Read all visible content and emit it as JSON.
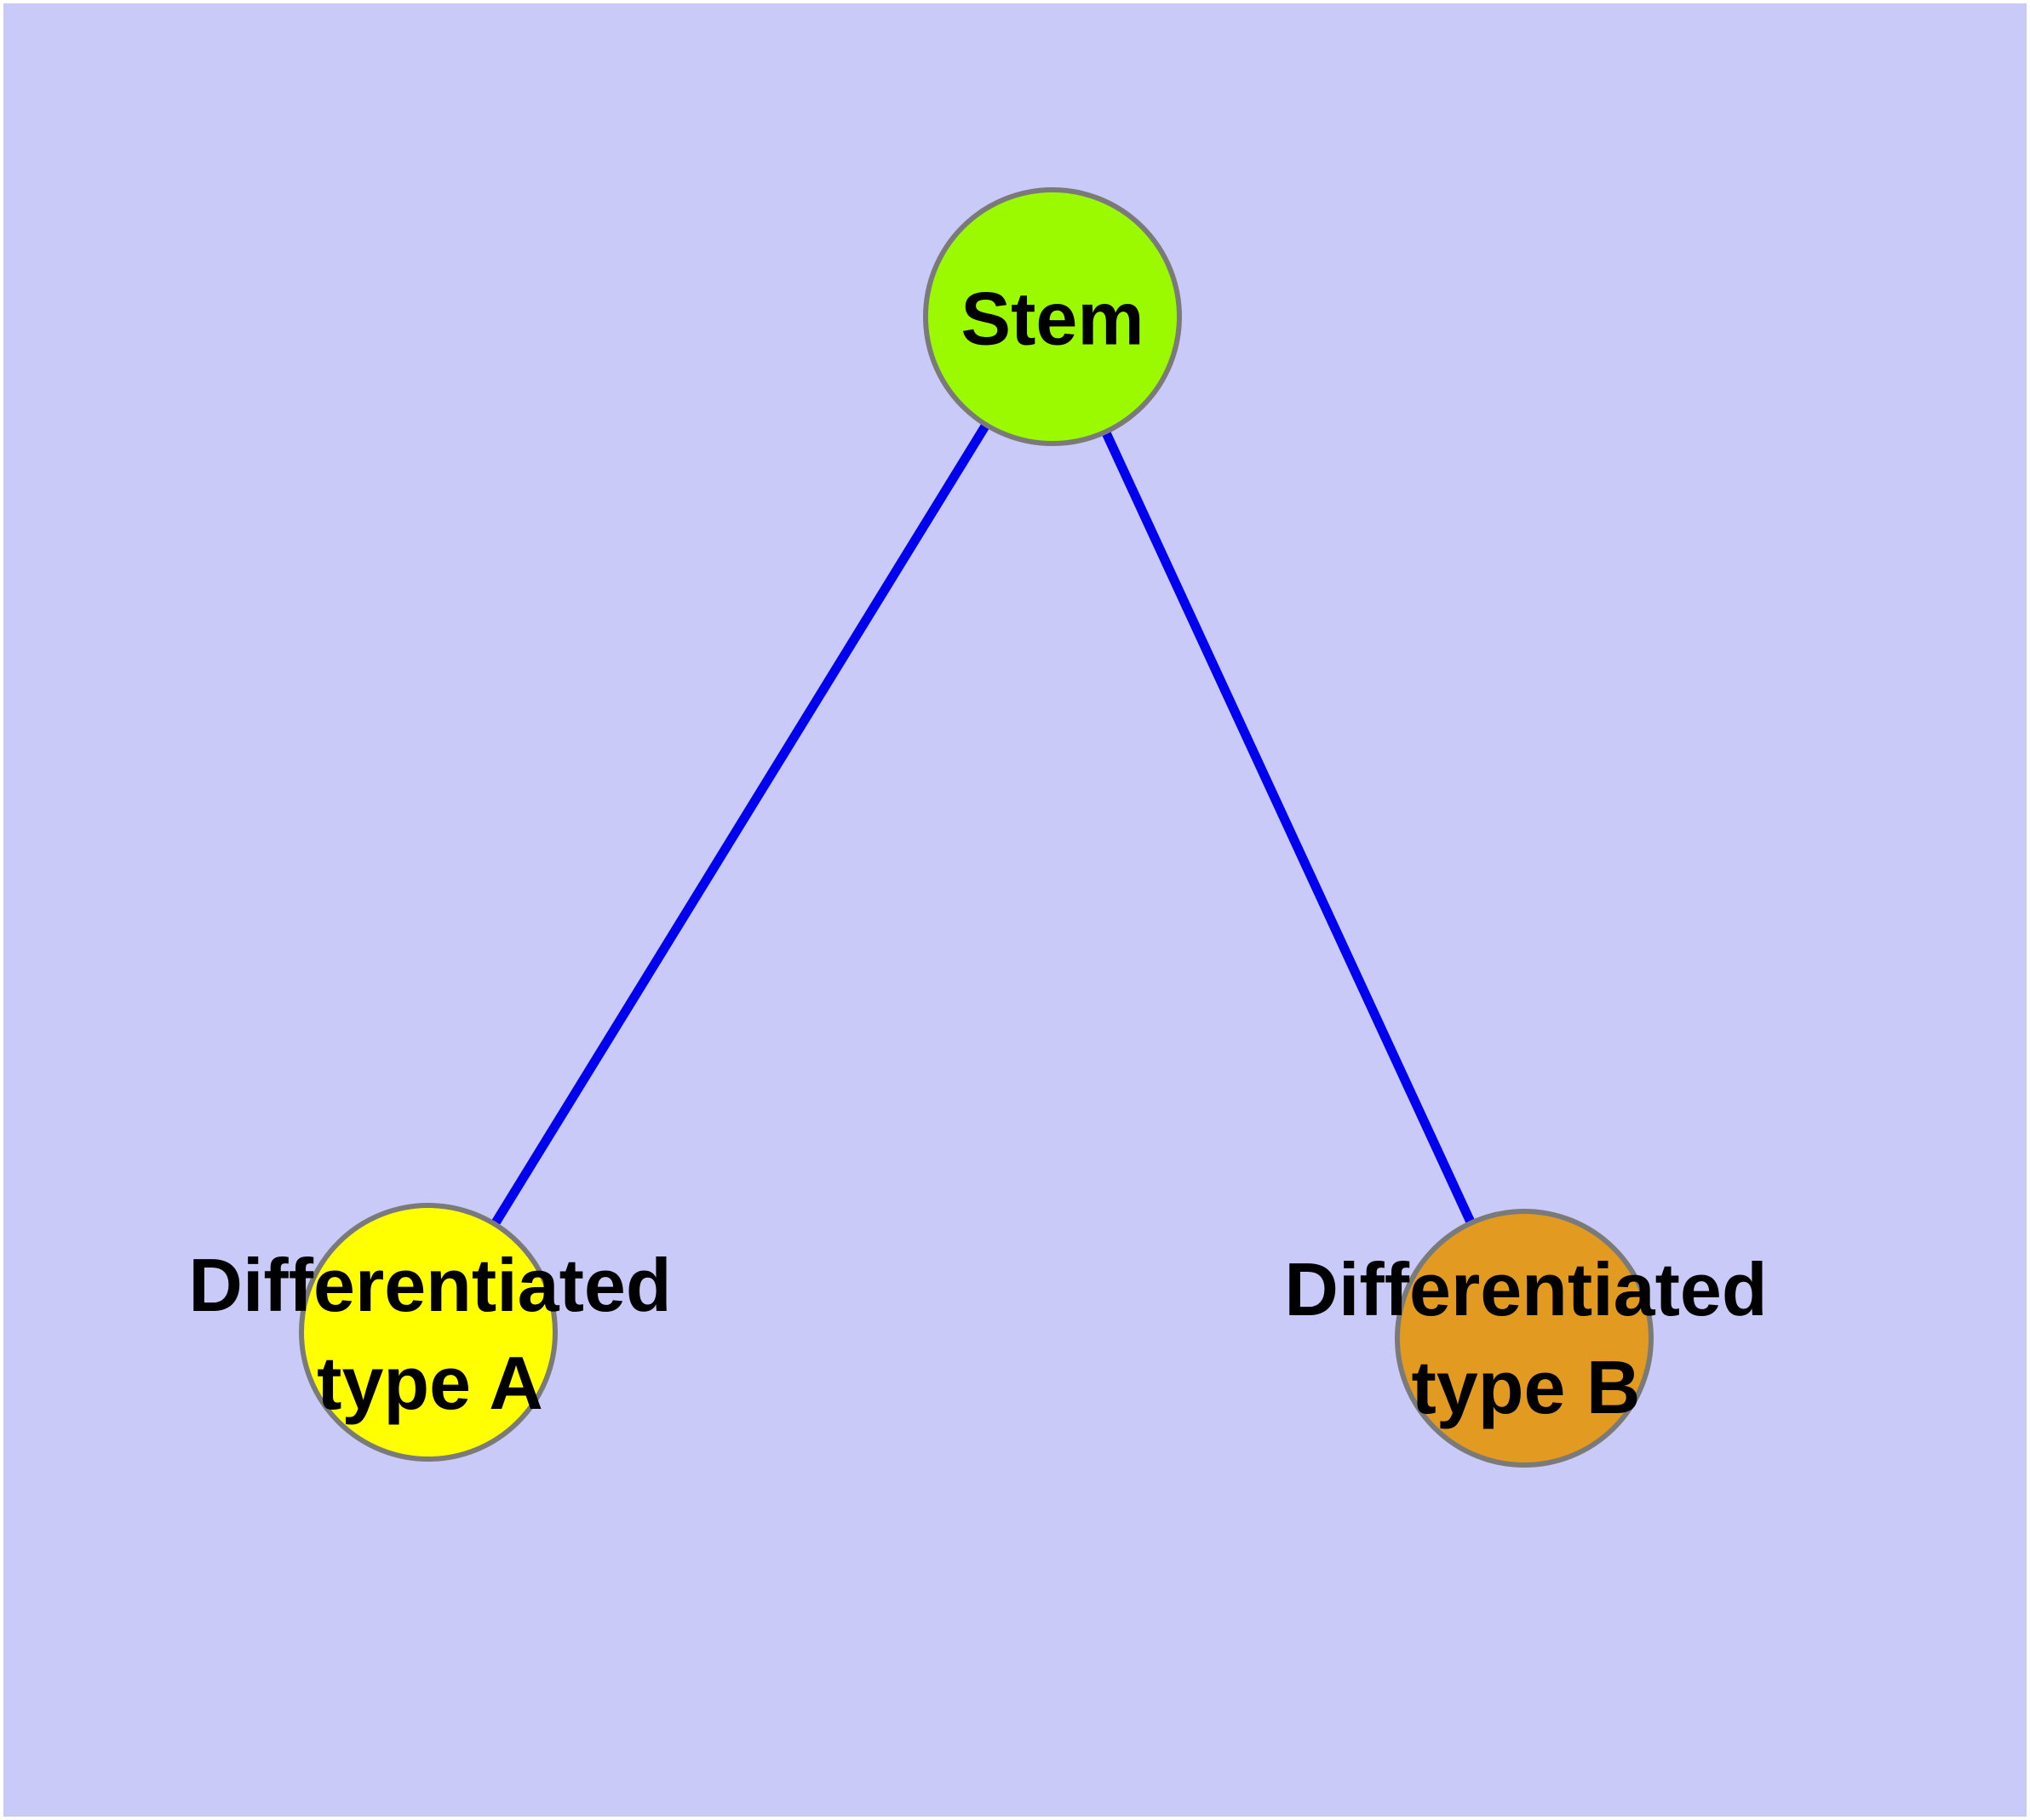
{
  "graph": {
    "background_color": "#CACAF8",
    "page_border_color": "#FFFFFF",
    "edge_color": "#0000EE",
    "node_border_color": "#7A7A7A",
    "label_color": "#000000",
    "nodes": [
      {
        "id": "stem",
        "label": "Stem",
        "line1": "Stem",
        "line2": "",
        "fill": "#9BFA00"
      },
      {
        "id": "differentiated-type-a",
        "label": "Differentiated type A",
        "line1": "Differentiated",
        "line2": "type A",
        "fill": "#FFFF00"
      },
      {
        "id": "differentiated-type-b",
        "label": "Differentiated type B",
        "line1": "Differentiated",
        "line2": "type B",
        "fill": "#E29A20"
      }
    ],
    "edges": [
      {
        "from": "Stem",
        "to": "Differentiated type A"
      },
      {
        "from": "Stem",
        "to": "Differentiated type B"
      }
    ]
  }
}
